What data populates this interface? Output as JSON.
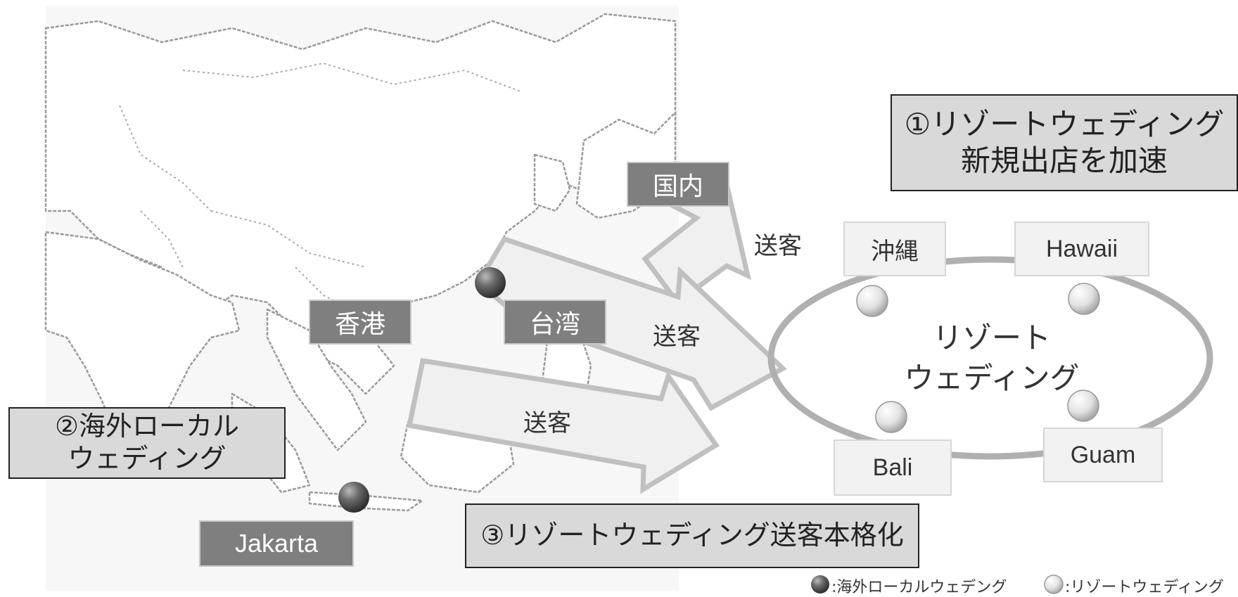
{
  "map": {
    "places": {
      "domestic": "国内",
      "hongkong": "香港",
      "taiwan": "台湾",
      "jakarta": "Jakarta"
    }
  },
  "arrows": {
    "top": "送客",
    "middle": "送客",
    "bottom": "送客"
  },
  "resort": {
    "center_line1": "リゾート",
    "center_line2": "ウェディング",
    "locations": {
      "okinawa": "沖縄",
      "hawaii": "Hawaii",
      "bali": "Bali",
      "guam": "Guam"
    }
  },
  "callouts": {
    "one_line1": "①リゾートウェディング",
    "one_line2": "新規出店を加速",
    "two_line1": "②海外ローカル",
    "two_line2": "ウェディング",
    "three": "③リゾートウェディング送客本格化"
  },
  "legend": {
    "dark": ":海外ローカルウェデング",
    "light": ":リゾートウェディング"
  },
  "colors": {
    "dark_ball": "#555555",
    "light_ball": "#e6e6e6",
    "arrow_fill": "#f0f0f0",
    "arrow_stroke": "#c0c0c0",
    "ellipse_stroke": "#b0b0b0"
  }
}
